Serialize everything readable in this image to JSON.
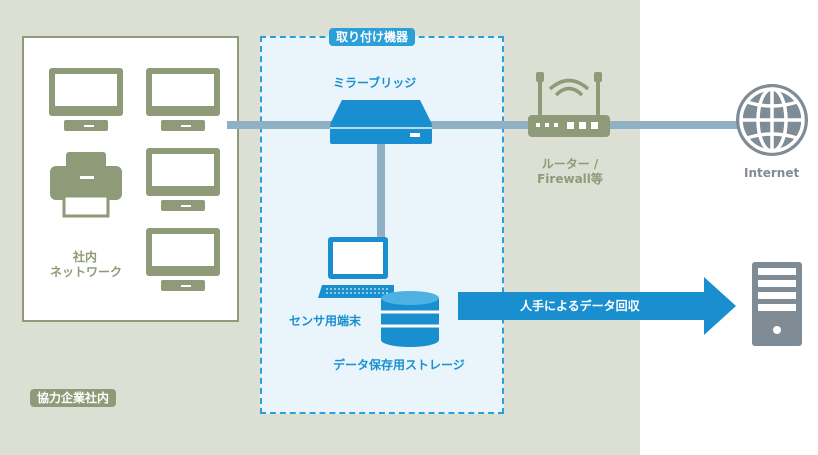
{
  "zones": {
    "install_tag": "取り付け機器",
    "company_tag": "協力企業社内",
    "internal_network_line1": "社内",
    "internal_network_line2": "ネットワーク"
  },
  "nodes": {
    "mirror_bridge": "ミラーブリッジ",
    "router_line1": "ルーター /",
    "router_line2": "Firewall等",
    "internet": "Internet",
    "sensor_terminal": "センサ用端末",
    "data_storage": "データ保存用ストレージ"
  },
  "arrow": {
    "label": "人手によるデータ回収"
  },
  "colors": {
    "install_blue": "#2a9fd8",
    "device_blue": "#1a8fd0",
    "company_green": "#8e9a78",
    "line_blue": "#8fb1c3",
    "internet_gray": "#7f8c95"
  }
}
